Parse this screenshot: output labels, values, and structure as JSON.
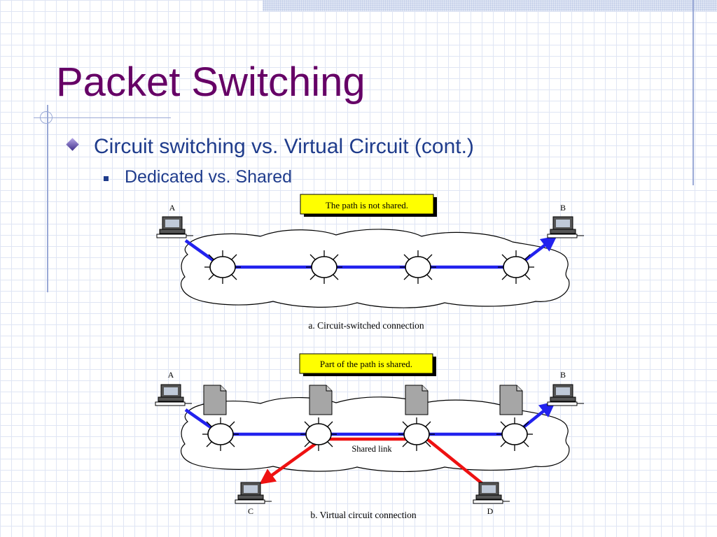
{
  "slide": {
    "title": "Packet Switching",
    "bullet_level1": "Circuit switching vs. Virtual Circuit (cont.)",
    "bullet_level2": "Dedicated vs. Shared"
  },
  "figure": {
    "panel_a": {
      "callout": "The path is not shared.",
      "caption": "a. Circuit-switched connection",
      "node_left": "A",
      "node_right": "B"
    },
    "panel_b": {
      "callout": "Part of the path is shared.",
      "caption": "b. Virtual circuit connection",
      "shared_link_label": "Shared link",
      "node_left": "A",
      "node_right": "B",
      "node_bottom_left": "C",
      "node_bottom_right": "D"
    }
  },
  "colors": {
    "title": "#660066",
    "bullet_text": "#1f3c8c",
    "path_blue": "#2222ee",
    "path_red": "#ee1111",
    "callout_fill": "#ffff00"
  }
}
